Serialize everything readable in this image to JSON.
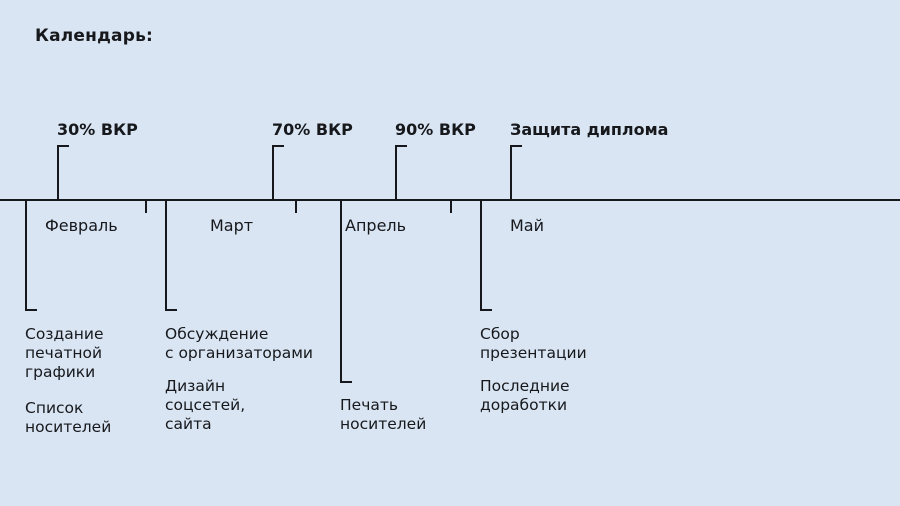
{
  "title": "Календарь:",
  "colors": {
    "background": "#d9e5f2",
    "ink": "#16181c"
  },
  "milestones": [
    {
      "label": "30% ВКР"
    },
    {
      "label": "70% ВКР"
    },
    {
      "label": "90% ВКР"
    },
    {
      "label": "Защита диплома"
    }
  ],
  "months": [
    {
      "label": "Февраль"
    },
    {
      "label": "Март"
    },
    {
      "label": "Апрель"
    },
    {
      "label": "Май"
    }
  ],
  "tasks": [
    {
      "text": "Создание\nпечатной\nграфики"
    },
    {
      "text": "Список\nносителей"
    },
    {
      "text": "Обсуждение\nс организаторами"
    },
    {
      "text": "Дизайн\nсоцсетей,\nсайта"
    },
    {
      "text": "Печать\nносителей"
    },
    {
      "text": "Сбор\nпрезентации"
    },
    {
      "text": "Последние\nдоработки"
    }
  ]
}
